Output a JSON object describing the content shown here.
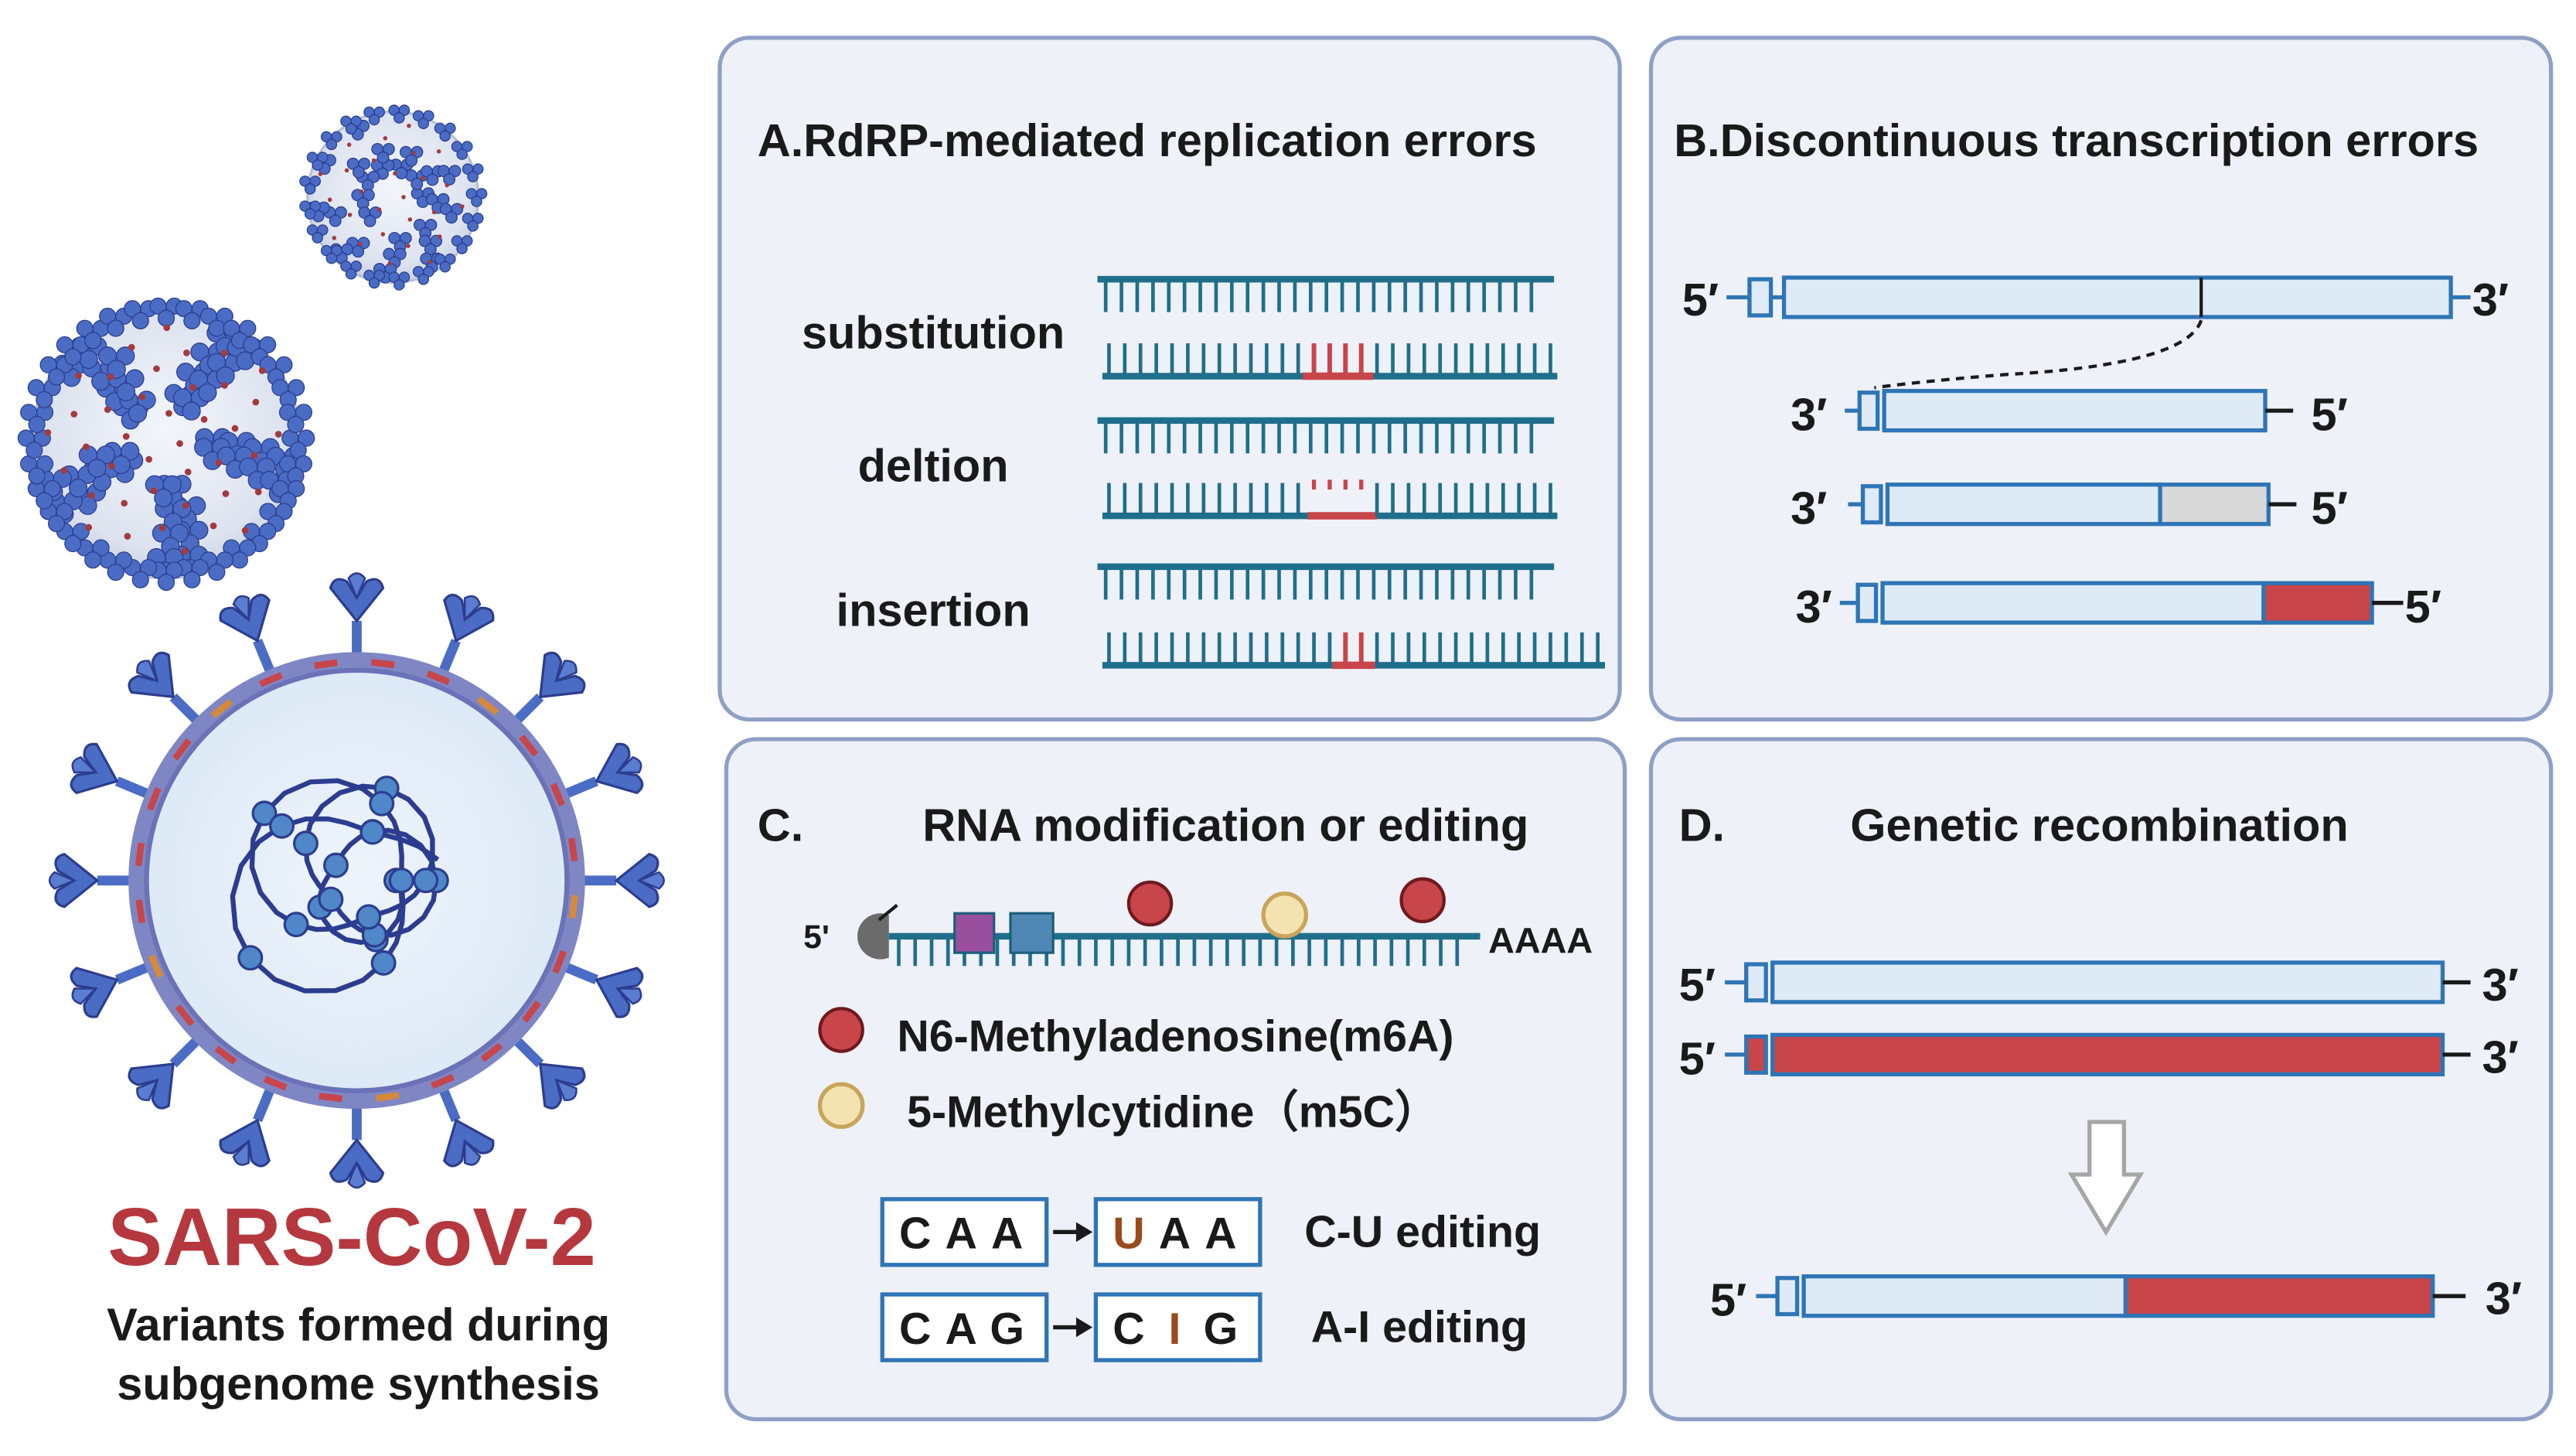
{
  "colors": {
    "panel_fill": "#eef1f7",
    "panel_border": "#8ea0c5",
    "rna": "#1f6f8b",
    "rna_dark": "#1b5e7a",
    "red": "#c8454a",
    "light_box": "#deebf7",
    "box_border": "#2e75b6",
    "grey_box": "#d9d9d9",
    "text": "#1a1a1a",
    "virus_blue": "#4a6cc4",
    "virus_dark": "#2c3d8f",
    "yellow": "#f3e3b0",
    "yellow_border": "#c9a55a",
    "purple": "#9a4f9e",
    "square_blue": "#4f87b5",
    "cap_grey": "#6b6b6b",
    "title_red": "#b5383e"
  },
  "left": {
    "title": "SARS-CoV-2",
    "subtitle_line1": "Variants formed during",
    "subtitle_line2": "subgenome synthesis"
  },
  "panel_a": {
    "title": "A.RdRP-mediated replication errors",
    "rows": [
      {
        "label": "substitution"
      },
      {
        "label": "deltion"
      },
      {
        "label": "insertion"
      }
    ]
  },
  "panel_b": {
    "title": "B.Discontinuous transcription errors",
    "end5": "5′",
    "end3": "3′"
  },
  "panel_c": {
    "letter": "C.",
    "title": "RNA modification or editing",
    "cap_label": "5'",
    "polya": "AAAA",
    "legend": [
      {
        "label": "N6-Methyladenosine(m6A)"
      },
      {
        "label": "5-Methylcytidine（m5C）"
      }
    ],
    "editing": [
      {
        "from": [
          "C",
          "A",
          "A"
        ],
        "to": [
          "U",
          "A",
          "A"
        ],
        "changed_index": 0,
        "label": "C-U editing"
      },
      {
        "from": [
          "C",
          "A",
          "G"
        ],
        "to": [
          "C",
          "I",
          "G"
        ],
        "changed_index": 1,
        "label": "A-I editing"
      }
    ]
  },
  "panel_d": {
    "letter": "D.",
    "title": "Genetic recombination",
    "end5": "5′",
    "end3": "3′"
  }
}
